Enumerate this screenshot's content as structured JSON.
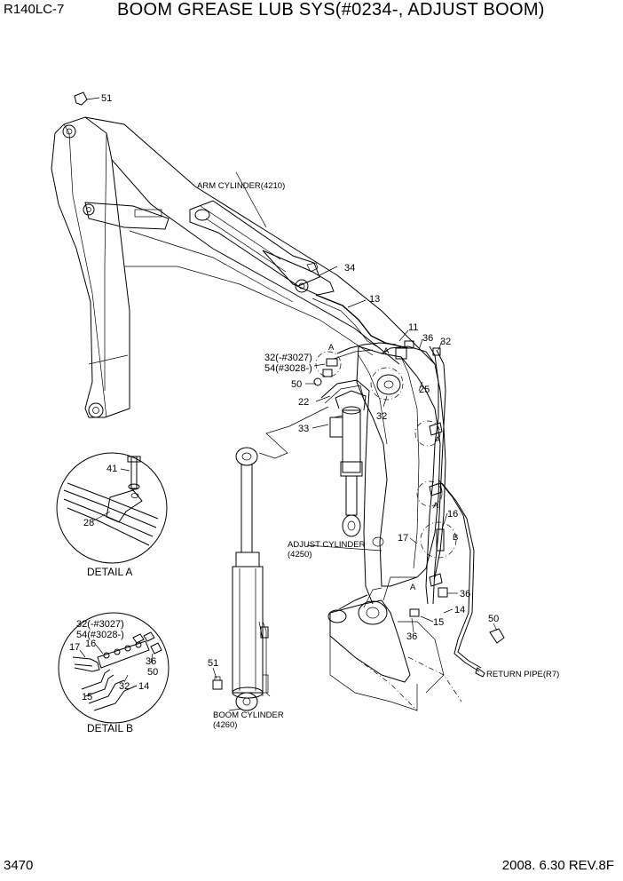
{
  "header": {
    "model": "R140LC-7",
    "title": "BOOM GREASE LUB SYS(#0234-, ADJUST BOOM)"
  },
  "footer": {
    "page_number": "3470",
    "date_rev": "2008. 6.30  REV.8F"
  },
  "callouts": {
    "c51_top": "51",
    "c34": "34",
    "c13": "13",
    "c11": "11",
    "c36_top": "36",
    "c32_top": "32",
    "c25": "25",
    "c32_mid": "32",
    "c22": "22",
    "c33": "33",
    "c50_left": "50",
    "c32_serial": "32(-#3027)",
    "c54_serial": "54(#3028-)",
    "c16": "16",
    "c17": "17",
    "c36_right": "36",
    "c14": "14",
    "c15": "15",
    "c36_bottom": "36",
    "c50_right": "50",
    "c51_bottom": "51",
    "c41": "41",
    "c28": "28",
    "ref_A1": "A",
    "ref_A2": "A",
    "ref_A3": "A",
    "ref_A4": "A",
    "ref_A5": "A",
    "ref_B": "B",
    "dB_32": "32(-#3027)",
    "dB_54": "54(#3028-)",
    "dB_17": "17",
    "dB_16": "16",
    "dB_36": "36",
    "dB_50": "50",
    "dB_32b": "32",
    "dB_14": "14",
    "dB_15": "15"
  },
  "labels": {
    "arm_cylinder": "ARM CYLINDER(4210)",
    "adjust_cylinder_1": "ADJUST CYLINDER",
    "adjust_cylinder_2": "(4250)",
    "boom_cylinder_1": "BOOM CYLINDER",
    "boom_cylinder_2": "(4260)",
    "return_pipe": "RETURN PIPE(R7)",
    "detail_a": "DETAIL  A",
    "detail_b": "DETAIL  B"
  }
}
